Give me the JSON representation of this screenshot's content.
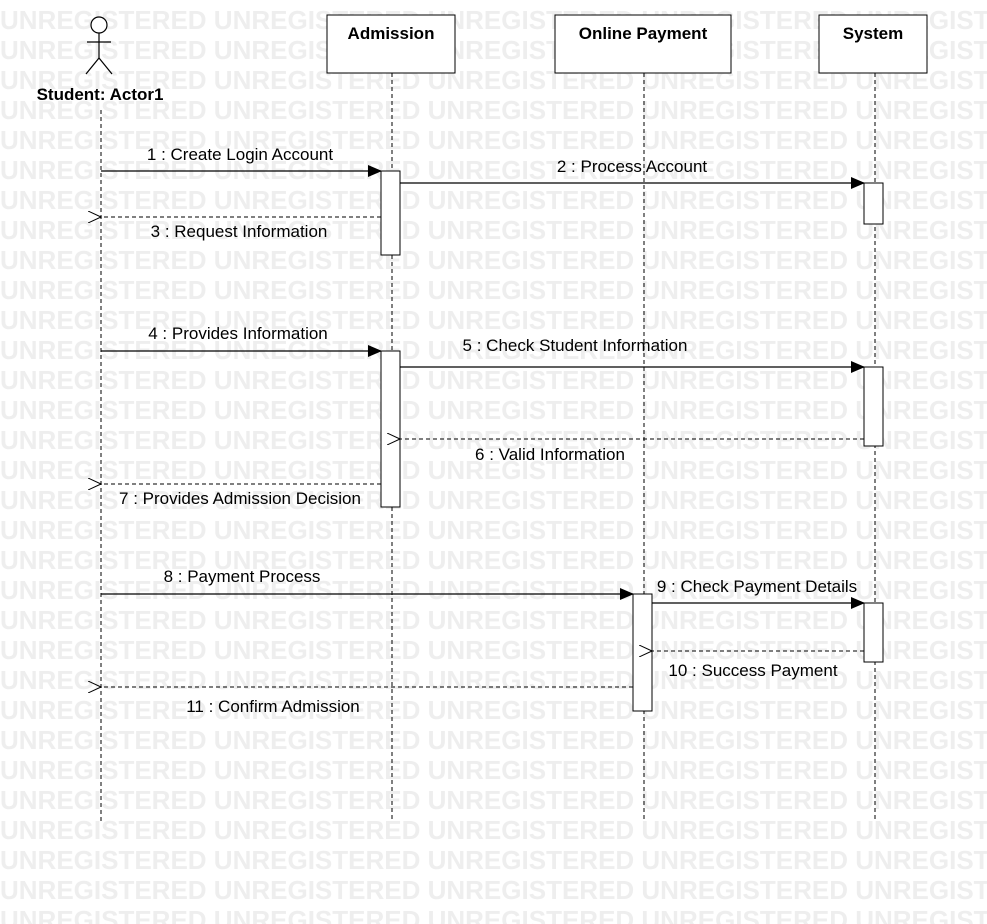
{
  "watermark": {
    "text": "UNREGISTERED"
  },
  "diagram": {
    "actor": {
      "label": "Student: Actor1"
    },
    "lifelines": [
      {
        "id": "admission",
        "label": "Admission"
      },
      {
        "id": "online-payment",
        "label": "Online Payment"
      },
      {
        "id": "system",
        "label": "System"
      }
    ],
    "messages": [
      {
        "id": "m1",
        "label": "1 : Create Login Account",
        "kind": "sync"
      },
      {
        "id": "m2",
        "label": "2 : Process Account",
        "kind": "sync"
      },
      {
        "id": "m3",
        "label": "3 : Request Information",
        "kind": "return"
      },
      {
        "id": "m4",
        "label": "4 : Provides Information",
        "kind": "sync"
      },
      {
        "id": "m5",
        "label": "5 : Check Student Information",
        "kind": "sync"
      },
      {
        "id": "m6",
        "label": "6 : Valid Information",
        "kind": "return"
      },
      {
        "id": "m7",
        "label": "7 : Provides Admission Decision",
        "kind": "return"
      },
      {
        "id": "m8",
        "label": "8 : Payment Process",
        "kind": "sync"
      },
      {
        "id": "m9",
        "label": "9 : Check Payment Details",
        "kind": "sync"
      },
      {
        "id": "m10",
        "label": "10 : Success Payment",
        "kind": "return"
      },
      {
        "id": "m11",
        "label": "11 : Confirm Admission",
        "kind": "return"
      }
    ]
  }
}
